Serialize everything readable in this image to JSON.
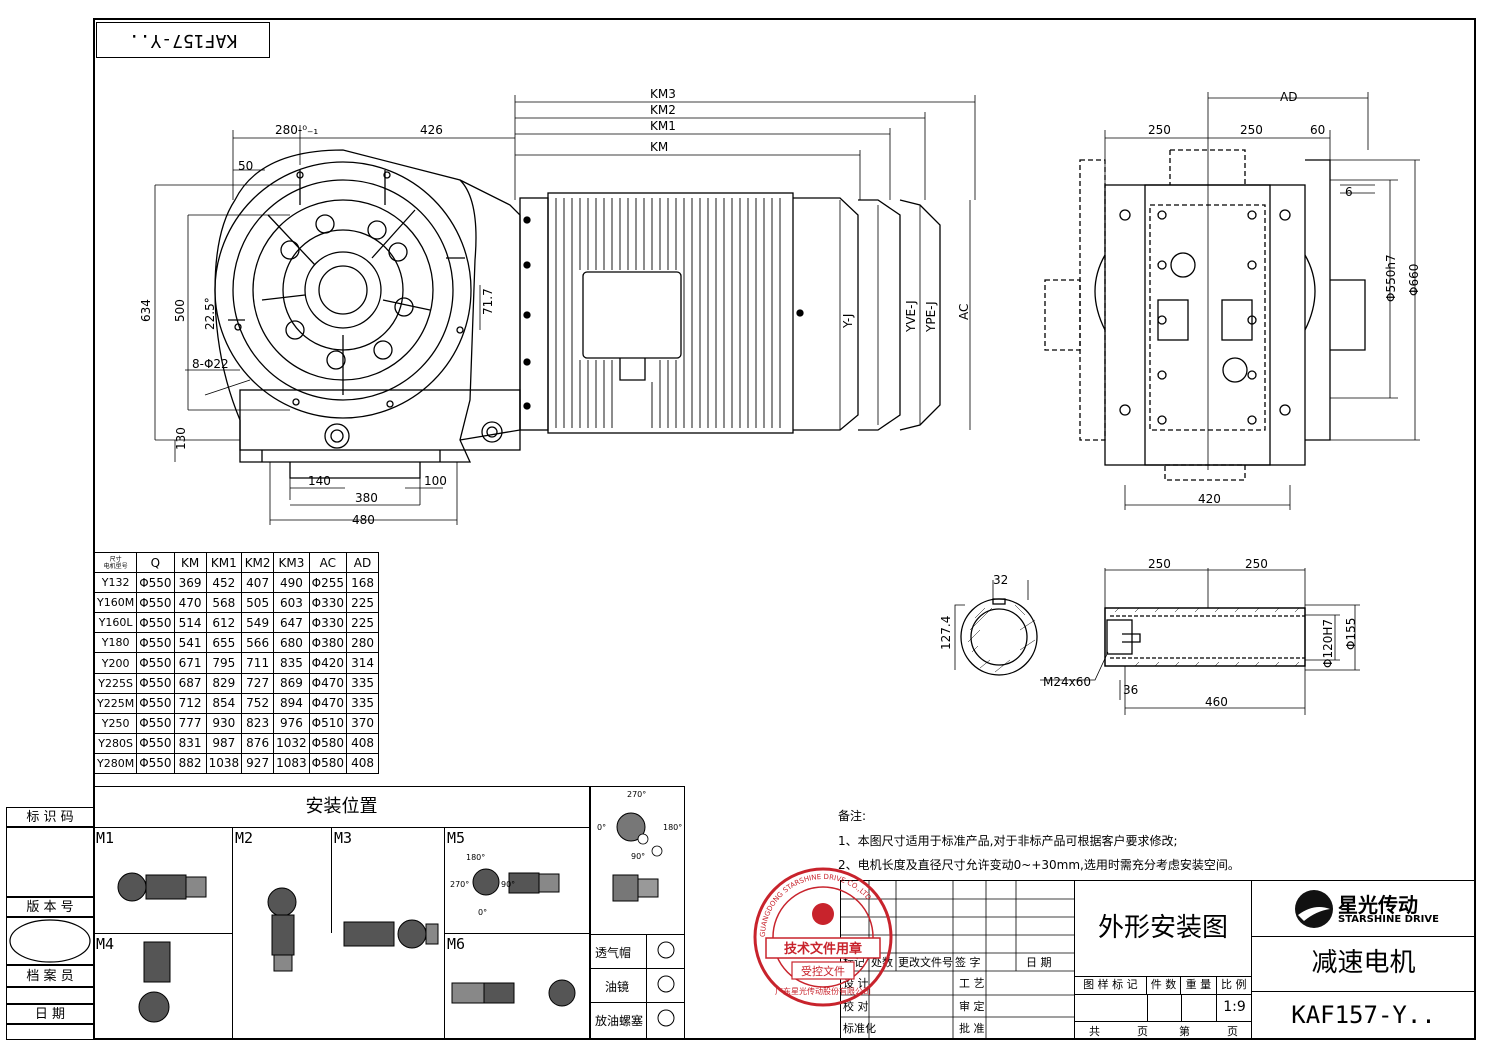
{
  "drawing_code": "KAF157-Y..",
  "front_view": {
    "dims": {
      "d280": "280-⁰₋₁",
      "d426": "426",
      "d50": "50",
      "d634": "634",
      "d500": "500",
      "d22_5": "22.5°",
      "d8_22": "8-Φ22",
      "d130": "130",
      "d140": "140",
      "d380": "380",
      "d100": "100",
      "d480": "480",
      "d71_7": "71.7",
      "km3": "KM3",
      "km2": "KM2",
      "km1": "KM1",
      "km": "KM",
      "yj": "Y-J",
      "yvej": "YVE-J",
      "ypej": "YPE-J",
      "ac": "AC"
    }
  },
  "side_view": {
    "dims": {
      "ad": "AD",
      "d250a": "250",
      "d250b": "250",
      "d60": "60",
      "d6": "6",
      "d550": "Φ550h7",
      "d660": "Φ660",
      "d420": "420"
    }
  },
  "shaft_view": {
    "dims": {
      "d32": "32",
      "d127": "127.4",
      "m24": "M24x60",
      "d250a": "250",
      "d250b": "250",
      "d120": "Φ120H7",
      "d155": "Φ155",
      "d36": "36",
      "d460": "460"
    }
  },
  "dim_table": {
    "corner_top": "尺寸",
    "corner_bottom": "电机型号",
    "headers": [
      "Q",
      "KM",
      "KM1",
      "KM2",
      "KM3",
      "AC",
      "AD"
    ],
    "rows": [
      [
        "Y132",
        "Φ550",
        "369",
        "452",
        "407",
        "490",
        "Φ255",
        "168"
      ],
      [
        "Y160M",
        "Φ550",
        "470",
        "568",
        "505",
        "603",
        "Φ330",
        "225"
      ],
      [
        "Y160L",
        "Φ550",
        "514",
        "612",
        "549",
        "647",
        "Φ330",
        "225"
      ],
      [
        "Y180",
        "Φ550",
        "541",
        "655",
        "566",
        "680",
        "Φ380",
        "280"
      ],
      [
        "Y200",
        "Φ550",
        "671",
        "795",
        "711",
        "835",
        "Φ420",
        "314"
      ],
      [
        "Y225S",
        "Φ550",
        "687",
        "829",
        "727",
        "869",
        "Φ470",
        "335"
      ],
      [
        "Y225M",
        "Φ550",
        "712",
        "854",
        "752",
        "894",
        "Φ470",
        "335"
      ],
      [
        "Y250",
        "Φ550",
        "777",
        "930",
        "823",
        "976",
        "Φ510",
        "370"
      ],
      [
        "Y280S",
        "Φ550",
        "831",
        "987",
        "876",
        "1032",
        "Φ580",
        "408"
      ],
      [
        "Y280M",
        "Φ550",
        "882",
        "1038",
        "927",
        "1083",
        "Φ580",
        "408"
      ]
    ]
  },
  "mounting": {
    "title": "安装位置",
    "positions": [
      "M1",
      "M2",
      "M3",
      "M5",
      "M4",
      "M6"
    ],
    "angles": {
      "a270": "270°",
      "a180": "180°",
      "a0": "0°",
      "a90": "90°"
    },
    "legend": [
      "透气帽",
      "油镜",
      "放油螺塞"
    ]
  },
  "left_strip": {
    "label1": "标 识 码",
    "label2": "版 本 号",
    "label3": "档 案 员",
    "label4": "日    期"
  },
  "notes": {
    "title": "备注:",
    "line1": "1、本图尺寸适用于标准产品,对于非标产品可根据客户要求修改;",
    "line2": "2、电机长度及直径尺寸允许变动0~+30mm,选用时需充分考虑安装空间。"
  },
  "title_block": {
    "drawing_title": "外形安装图",
    "product_name": "减速电机",
    "model": "KAF157-Y..",
    "brand_cn": "星光传动",
    "brand_en": "STARSHINE DRIVE",
    "rev_cols": [
      "标记",
      "处数",
      "更改文件号",
      "签  字",
      "日  期"
    ],
    "roles": [
      "设  计",
      "校  对",
      "标准化"
    ],
    "roles2": [
      "工  艺",
      "审  定",
      "批  准"
    ],
    "stage_cols": [
      "图 样 标 记",
      "件 数",
      "重 量",
      "比 例"
    ],
    "scale": "1:9",
    "sheets": [
      "共",
      "页",
      "第",
      "页"
    ]
  },
  "stamp": {
    "ring_text": "GUANGDONG STARSHINE DRIVE CO.,LTD",
    "main": "技术文件用章",
    "sub": "受控文件",
    "bottom": "广东星光传动股份有限公司"
  }
}
